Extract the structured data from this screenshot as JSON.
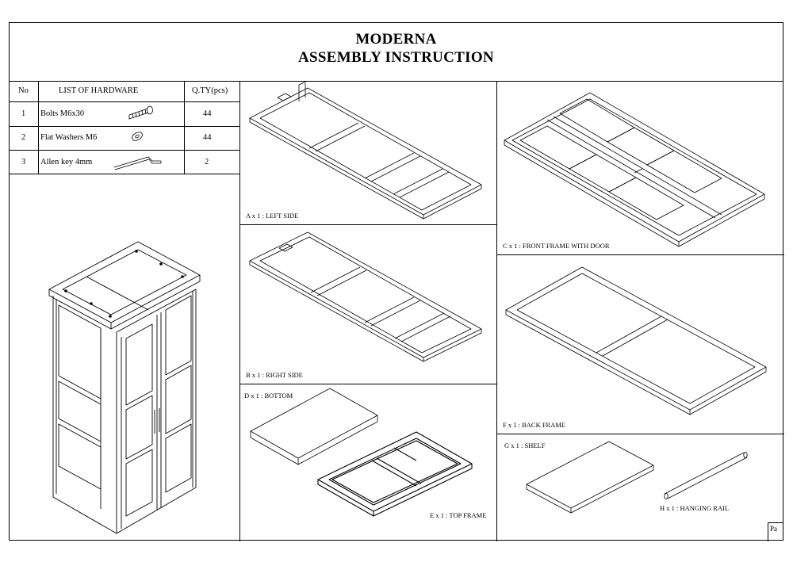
{
  "header": {
    "title": "MODERNA",
    "subtitle": "ASSEMBLY INSTRUCTION"
  },
  "hardware_table": {
    "headers": [
      "No",
      "LIST OF HARDWARE",
      "Q.TY(pcs)"
    ],
    "rows": [
      {
        "no": "1",
        "name": "Bolts M6x30",
        "qty": "44",
        "icon": "bolt-icon"
      },
      {
        "no": "2",
        "name": "Flat Washers M6",
        "qty": "44",
        "icon": "washer-icon"
      },
      {
        "no": "3",
        "name": "Allen key 4mm",
        "qty": "2",
        "icon": "allen-key-icon"
      }
    ]
  },
  "parts": {
    "a": "A x 1 : LEFT SIDE",
    "b": "B x 1 : RIGHT SIDE",
    "c": "C x 1 : FRONT FRAME WITH DOOR",
    "d": "D x 1 : BOTTOM",
    "e": "E x 1 : TOP FRAME",
    "f": "F x 1 : BACK FRAME",
    "g": "G x 1 : SHELF",
    "h": "H x 1 : HANGING RAIL"
  },
  "footer": {
    "page_label": "Pa"
  }
}
